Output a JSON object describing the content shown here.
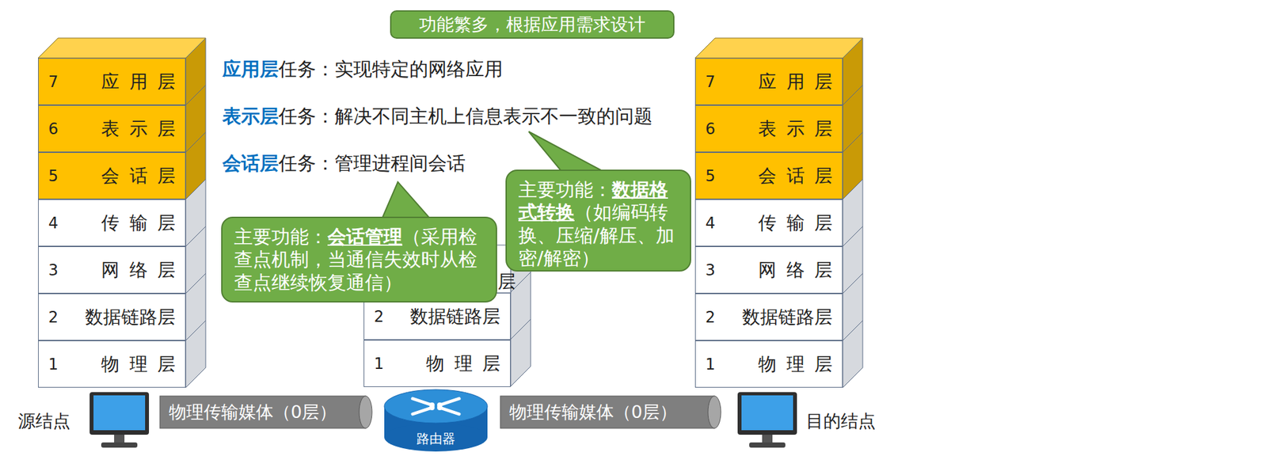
{
  "diagram": {
    "nodes": [
      {
        "text": [
          "7",
          "应用层"
        ]
      },
      {
        "text": [
          "6",
          "表示层"
        ]
      },
      {
        "text": [
          "5",
          "会话层"
        ]
      },
      {
        "text": [
          "4",
          "传输层"
        ]
      },
      {
        "text": [
          "3",
          "网络层"
        ]
      },
      {
        "text": [
          "2",
          "数据链路层"
        ]
      },
      {
        "text": [
          "1",
          "物理层"
        ]
      },
      {
        "text": [
          "功能繁多，根据应用需求设计"
        ]
      },
      {
        "text": [
          "主要功能：",
          "会话管理",
          "（采用检查点机制，当通信失效时从检查点继续恢复通信）"
        ]
      },
      {
        "text": [
          "主要功能：",
          "数据格式转换",
          "（如编码转换、压缩/解压、加密/解密）"
        ]
      },
      {
        "text": [
          "2",
          "数据链路层"
        ]
      },
      {
        "text": [
          "1",
          "物理层"
        ]
      },
      {
        "text": [
          "7",
          "应用层"
        ]
      },
      {
        "text": [
          "6",
          "表示层"
        ]
      },
      {
        "text": [
          "5",
          "会话层"
        ]
      },
      {
        "text": [
          "4",
          "传输层"
        ]
      },
      {
        "text": [
          "3",
          "网络层"
        ]
      },
      {
        "text": [
          "2",
          "数据链路层"
        ]
      },
      {
        "text": [
          "1",
          "物理层"
        ]
      },
      {
        "text": [
          "源结点"
        ]
      },
      {
        "text": [
          "物理传输媒体（0层）"
        ]
      },
      {
        "text": [
          "路由器"
        ]
      },
      {
        "text": [
          "物理传输媒体（0层）"
        ]
      },
      {
        "text": [
          "目的结点"
        ]
      }
    ],
    "labels": [
      "应用层",
      "任务：实现特定的网络应用",
      "表示层",
      "任务：解决不同主机上信息表示不一致的问题",
      "会话层",
      "任务：管理进程间会话",
      "层"
    ]
  }
}
